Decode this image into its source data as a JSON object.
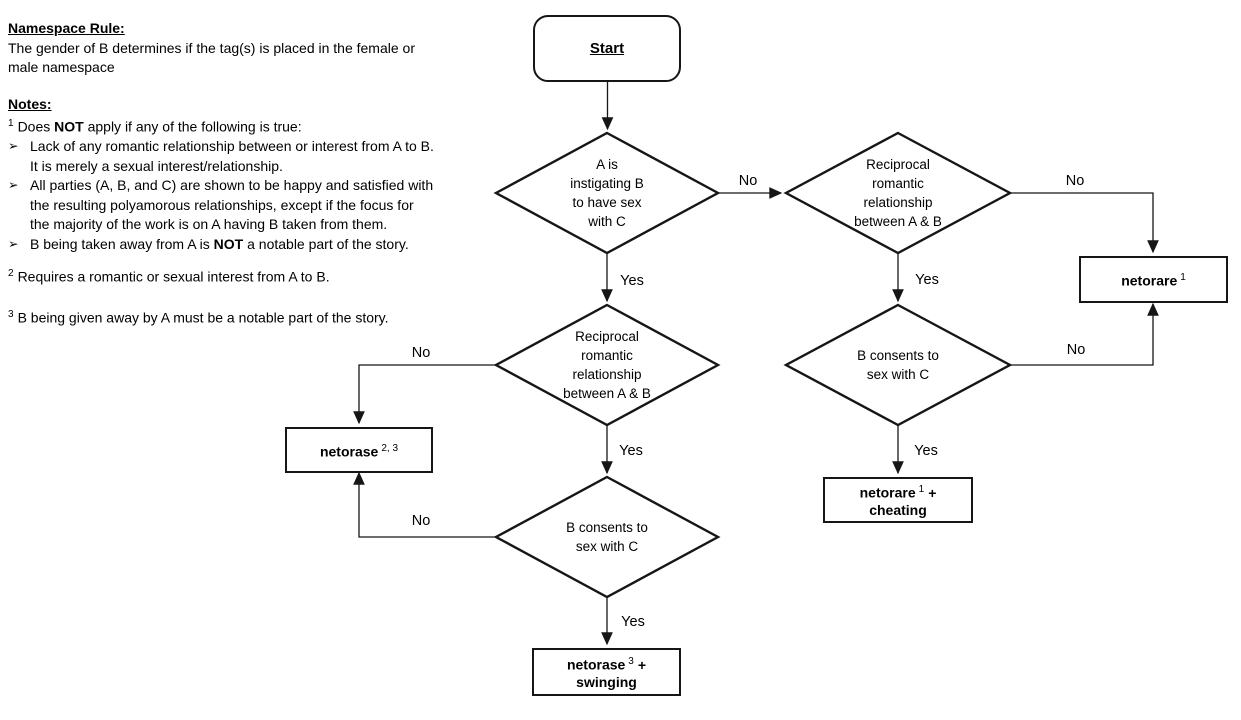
{
  "notes_panel": {
    "namespace_heading": "Namespace Rule:",
    "namespace_text": "The gender of B determines if the tag(s) is placed in the female or\nmale namespace",
    "notes_heading": "Notes:",
    "bullet_glyph": "➢",
    "note1": {
      "sup": "1",
      "pre": "Does ",
      "bold": "NOT",
      "post": " apply if any of the following is true:"
    },
    "bullets": [
      {
        "pre": "Lack of any romantic relationship between or interest from A to B.\nIt is merely a sexual interest/relationship.",
        "bold": "",
        "post": ""
      },
      {
        "pre": "All parties (A, B, and C) are shown to be happy and satisfied with\nthe resulting polyamorous relationships, except if the focus for\nthe majority of the work is on A having B taken from them.",
        "bold": "",
        "post": ""
      },
      {
        "pre": "B being taken away from A is ",
        "bold": "NOT",
        "post": " a notable part of the story."
      }
    ],
    "note2": {
      "sup": "2",
      "text": "Requires a romantic or sexual interest from A to B."
    },
    "note3": {
      "sup": "3",
      "text": "B being given away by A must be a notable part of the story."
    }
  },
  "flowchart": {
    "start_label": "Start",
    "decisions": {
      "instigating": "A is\ninstigating B\nto have sex\nwith C",
      "reciprocal_right": "Reciprocal\nromantic\nrelationship\nbetween A & B",
      "reciprocal_mid": "Reciprocal\nromantic\nrelationship\nbetween A & B",
      "consents_right": "B consents to\nsex with C",
      "consents_mid": "B consents to\nsex with C"
    },
    "outcomes": {
      "netorare": {
        "name": "netorare",
        "sup": "1"
      },
      "netorase": {
        "name": "netorase",
        "sup": "2, 3"
      },
      "netorare_cheating": {
        "name": "netorare",
        "sup": "1",
        "plus": "+",
        "line2": "cheating"
      },
      "netorase_swinging": {
        "name": "netorase",
        "sup": "3",
        "plus": "+",
        "line2": "swinging"
      }
    },
    "edge_labels": {
      "d1_to_d2": "No",
      "d1_to_d3": "Yes",
      "d2_to_netorare": "No",
      "d2_to_d4": "Yes",
      "d4_to_netorare": "No",
      "d4_to_cheating": "Yes",
      "d3_to_netorase": "No",
      "d3_to_d5": "Yes",
      "d5_to_netorase": "No",
      "d5_to_swinging": "Yes"
    },
    "colors": {
      "line": "#161616",
      "background": "#ffffff"
    }
  }
}
